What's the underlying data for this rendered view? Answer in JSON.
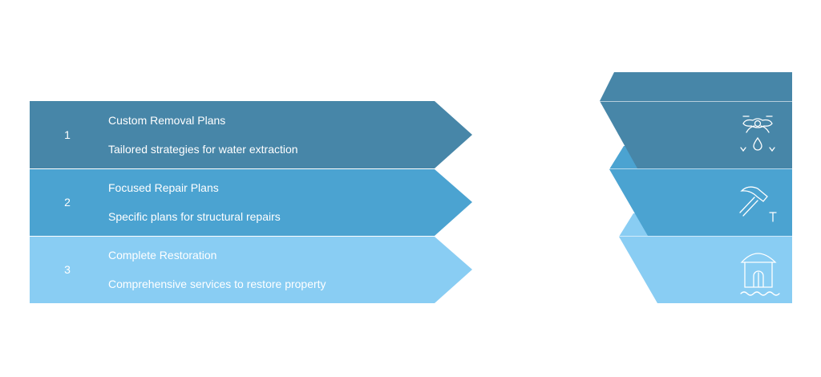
{
  "colors": {
    "step1": "#4786A8",
    "step2": "#4BA3D1",
    "step3": "#89CDF3",
    "separator": "#ffffff"
  },
  "steps": [
    {
      "number": "1",
      "title": "Custom Removal Plans",
      "description": "Tailored strategies for water extraction",
      "icon": "water-extraction-icon"
    },
    {
      "number": "2",
      "title": "Focused Repair Plans",
      "description": "Specific plans for structural repairs",
      "icon": "hammer-nail-icon"
    },
    {
      "number": "3",
      "title": "Complete Restoration",
      "description": "Comprehensive services to restore property",
      "icon": "flooded-house-icon"
    }
  ]
}
